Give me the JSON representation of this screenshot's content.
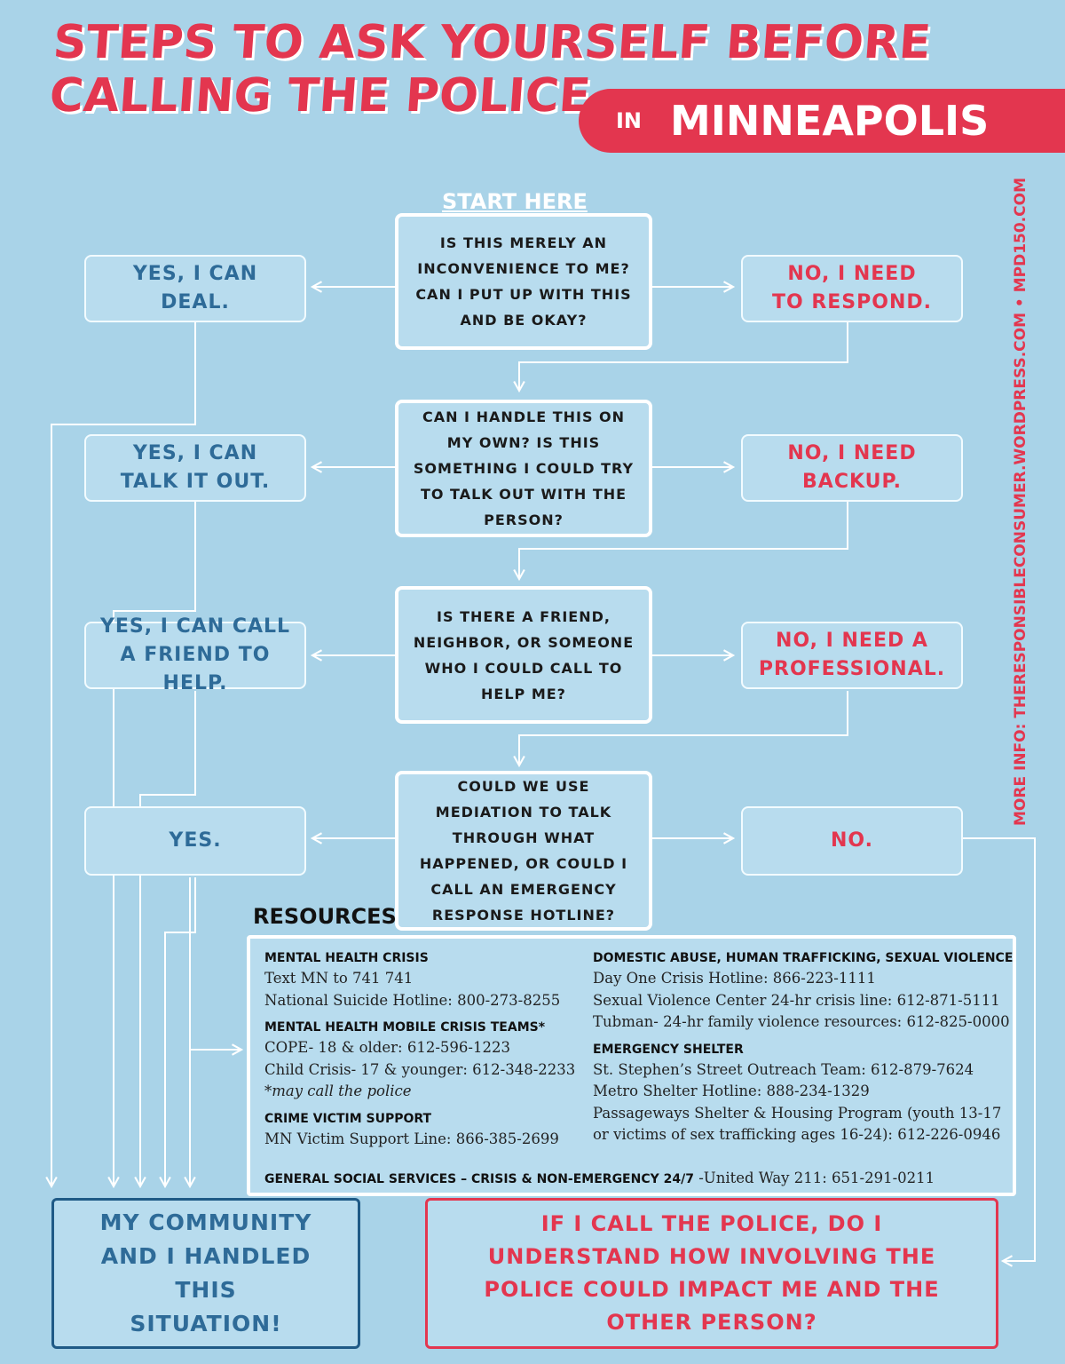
{
  "title": {
    "line1": "STEPS TO ASK YOURSELF BEFORE",
    "line2": "CALLING THE POLICE"
  },
  "city_banner": {
    "prefix": "IN",
    "city": "MINNEAPOLIS"
  },
  "side_info": "MORE INFO: THERESPONSIBLECONSUMER.WORDPRESS.COM • MPD150.COM",
  "start_label": "START HERE",
  "questions": [
    "IS THIS MERELY AN INCONVENIENCE TO ME? CAN I PUT UP WITH THIS AND BE OKAY?",
    "CAN I HANDLE THIS ON MY OWN? IS THIS SOMETHING I COULD TRY TO TALK OUT WITH THE PERSON?",
    "IS THERE A FRIEND, NEIGHBOR, OR SOMEONE WHO I COULD CALL TO HELP ME?",
    "COULD WE USE MEDIATION TO TALK THROUGH WHAT HAPPENED, OR COULD I CALL AN EMERGENCY RESPONSE HOTLINE?"
  ],
  "yes_answers": [
    "YES, I CAN DEAL.",
    "YES, I CAN TALK IT OUT.",
    "YES, I CAN CALL A FRIEND TO HELP.",
    "YES."
  ],
  "no_answers": [
    "NO, I NEED TO RESPOND.",
    "NO, I NEED BACKUP.",
    "NO, I NEED A PROFESSIONAL.",
    "NO."
  ],
  "resources": {
    "title": "RESOURCES",
    "mental_health_crisis": {
      "heading": "MENTAL HEALTH CRISIS",
      "lines": [
        "Text MN to 741 741",
        "National Suicide Hotline: 800-273-8255"
      ]
    },
    "mobile_crisis": {
      "heading": "MENTAL HEALTH MOBILE CRISIS TEAMS*",
      "lines": [
        "COPE- 18 & older: 612-596-1223",
        "Child Crisis- 17 & younger: 612-348-2233"
      ],
      "note": "*may call the police"
    },
    "crime_victim": {
      "heading": "CRIME VICTIM SUPPORT",
      "lines": [
        "MN Victim Support Line: 866-385-2699"
      ]
    },
    "domestic_abuse": {
      "heading": "DOMESTIC ABUSE, HUMAN TRAFFICKING, SEXUAL VIOLENCE",
      "lines": [
        "Day One Crisis Hotline: 866-223-1111",
        "Sexual Violence Center 24-hr crisis line: 612-871-5111",
        "Tubman- 24-hr family violence resources: 612-825-0000"
      ]
    },
    "emergency_shelter": {
      "heading": "EMERGENCY SHELTER",
      "lines": [
        "St. Stephen’s Street Outreach Team: 612-879-7624",
        "Metro Shelter Hotline: 888-234-1329",
        "Passageways Shelter & Housing Program (youth 13-17",
        "or victims of sex trafficking ages 16-24): 612-226-0946"
      ]
    },
    "general": {
      "heading": "GENERAL SOCIAL SERVICES – CRISIS & NON-EMERGENCY 24/7",
      "line": " -United Way 211: 651-291-0211"
    }
  },
  "outcomes": {
    "community": "MY COMMUNITY AND I HANDLED THIS SITUATION!",
    "police": "IF I CALL THE POLICE, DO I UNDERSTAND HOW INVOLVING THE POLICE COULD IMPACT ME AND THE OTHER PERSON?"
  },
  "colors": {
    "background": "#a9d3e8",
    "accent_red": "#e3364f",
    "yes_blue": "#2e6b98",
    "box_fill": "#b8dcee",
    "line_white": "#ffffff"
  }
}
